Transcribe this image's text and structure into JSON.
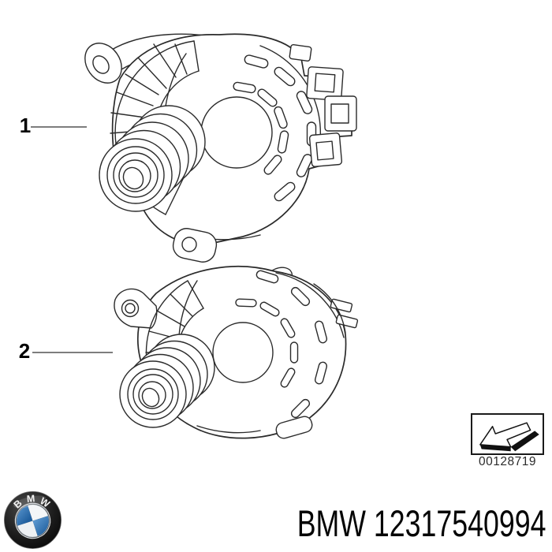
{
  "page": {
    "background": "#ffffff"
  },
  "diagram": {
    "callouts": [
      {
        "label": "1"
      },
      {
        "label": "2"
      }
    ],
    "illustration": "two-alternator-line-drawings"
  },
  "thumbnail": {
    "icon": "direction-arrow-icon",
    "code": "00128719"
  },
  "footer": {
    "logo": {
      "icon": "bmw-roundel-logo",
      "letters": [
        "B",
        "M",
        "W"
      ]
    },
    "part_number": "BMW 12317540994"
  },
  "colors": {
    "line": "#2b2b2b",
    "callout_line": "#7d7d7d",
    "text": "#000000",
    "bmw_blue_light": "#5e9ad2",
    "bmw_blue_dark": "#205f9e"
  }
}
